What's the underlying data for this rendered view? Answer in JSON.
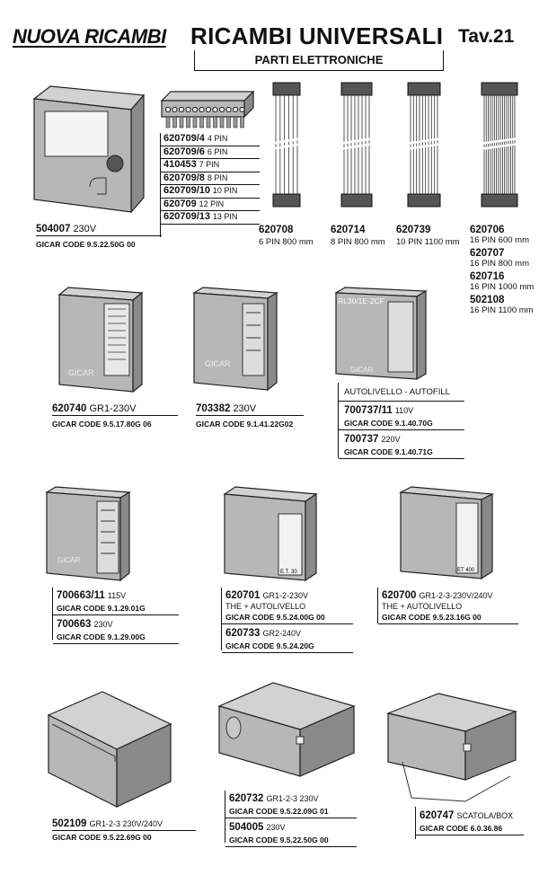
{
  "header": {
    "logo": "NUOVA RICAMBI",
    "title": "RICAMBI UNIVERSALI",
    "tav": "Tav.21",
    "subtitle": "PARTI ELETTRONICHE"
  },
  "p504007": {
    "code": "504007",
    "spec": "230V",
    "gicar": "GICAR CODE 9.5.22.50G 00"
  },
  "connectors": [
    {
      "code": "620709/4",
      "spec": "4 PIN"
    },
    {
      "code": "620709/6",
      "spec": "6 PIN"
    },
    {
      "code": "410453",
      "spec": "7 PIN"
    },
    {
      "code": "620709/8",
      "spec": "8 PIN"
    },
    {
      "code": "620709/10",
      "spec": "10 PIN"
    },
    {
      "code": "620709",
      "spec": "12 PIN"
    },
    {
      "code": "620709/13",
      "spec": "13 PIN"
    }
  ],
  "cables": [
    {
      "code": "620708",
      "spec": "6 PIN 800 mm"
    },
    {
      "code": "620714",
      "spec": "8 PIN 800 mm"
    },
    {
      "code": "620739",
      "spec": "10 PIN 1100 mm"
    }
  ],
  "cables16": [
    {
      "code": "620706",
      "spec": "16 PIN 600 mm"
    },
    {
      "code": "620707",
      "spec": "16 PIN 800 mm"
    },
    {
      "code": "620716",
      "spec": "16 PIN 1000 mm"
    },
    {
      "code": "502108",
      "spec": "16 PIN 1100 mm"
    }
  ],
  "p620740": {
    "code": "620740",
    "spec": "GR1-230V",
    "gicar": "GICAR CODE 9.5.17.80G 06",
    "brand": "GICAR"
  },
  "p703382": {
    "code": "703382",
    "spec": "230V",
    "gicar": "GICAR CODE 9.1.41.22G02",
    "brand": "GICAR"
  },
  "p700737": {
    "heading": "AUTOLIVELLO - AUTOFILL",
    "label": "RL30/1E-2CF",
    "brand": "GICAR",
    "a_code": "700737/11",
    "a_spec": "110V",
    "a_gicar": "GICAR CODE 9.1.40.70G",
    "b_code": "700737",
    "b_spec": "220V",
    "b_gicar": "GICAR CODE 9.1.40.71G"
  },
  "p700663": {
    "brand": "GICAR",
    "a_code": "700663/11",
    "a_spec": "115V",
    "a_gicar": "GICAR CODE 9.1.29.01G",
    "b_code": "700663",
    "b_spec": "230V",
    "b_gicar": "GICAR CODE 9.1.29.00G"
  },
  "p620701": {
    "label": "E.T. 30",
    "a_code": "620701",
    "a_spec": "GR1-2-230V",
    "a_note": "THE + AUTOLIVELLO",
    "a_gicar": "GICAR CODE 9.5.24.00G 00",
    "b_code": "620733",
    "b_spec": "GR2-240V",
    "b_gicar": "GICAR CODE 9.5.24.20G"
  },
  "p620700": {
    "label": "ET 400",
    "code": "620700",
    "spec": "GR1-2-3-230V/240V",
    "note": "THE + AUTOLIVELLO",
    "gicar": "GICAR CODE 9.5.23.16G 00"
  },
  "p502109": {
    "code": "502109",
    "spec": "GR1-2-3 230V/240V",
    "gicar": "GICAR CODE 9.5.22.69G 00"
  },
  "p620732": {
    "a_code": "620732",
    "a_spec": "GR1-2-3 230V",
    "a_gicar": "GICAR CODE 9.5.22.09G 01",
    "b_code": "504005",
    "b_spec": "230V",
    "b_gicar": "GICAR CODE 9.5.22.50G 00"
  },
  "p620747": {
    "code": "620747",
    "spec": "SCATOLA/BOX",
    "gicar": "GICAR CODE 6.0.36.86"
  }
}
